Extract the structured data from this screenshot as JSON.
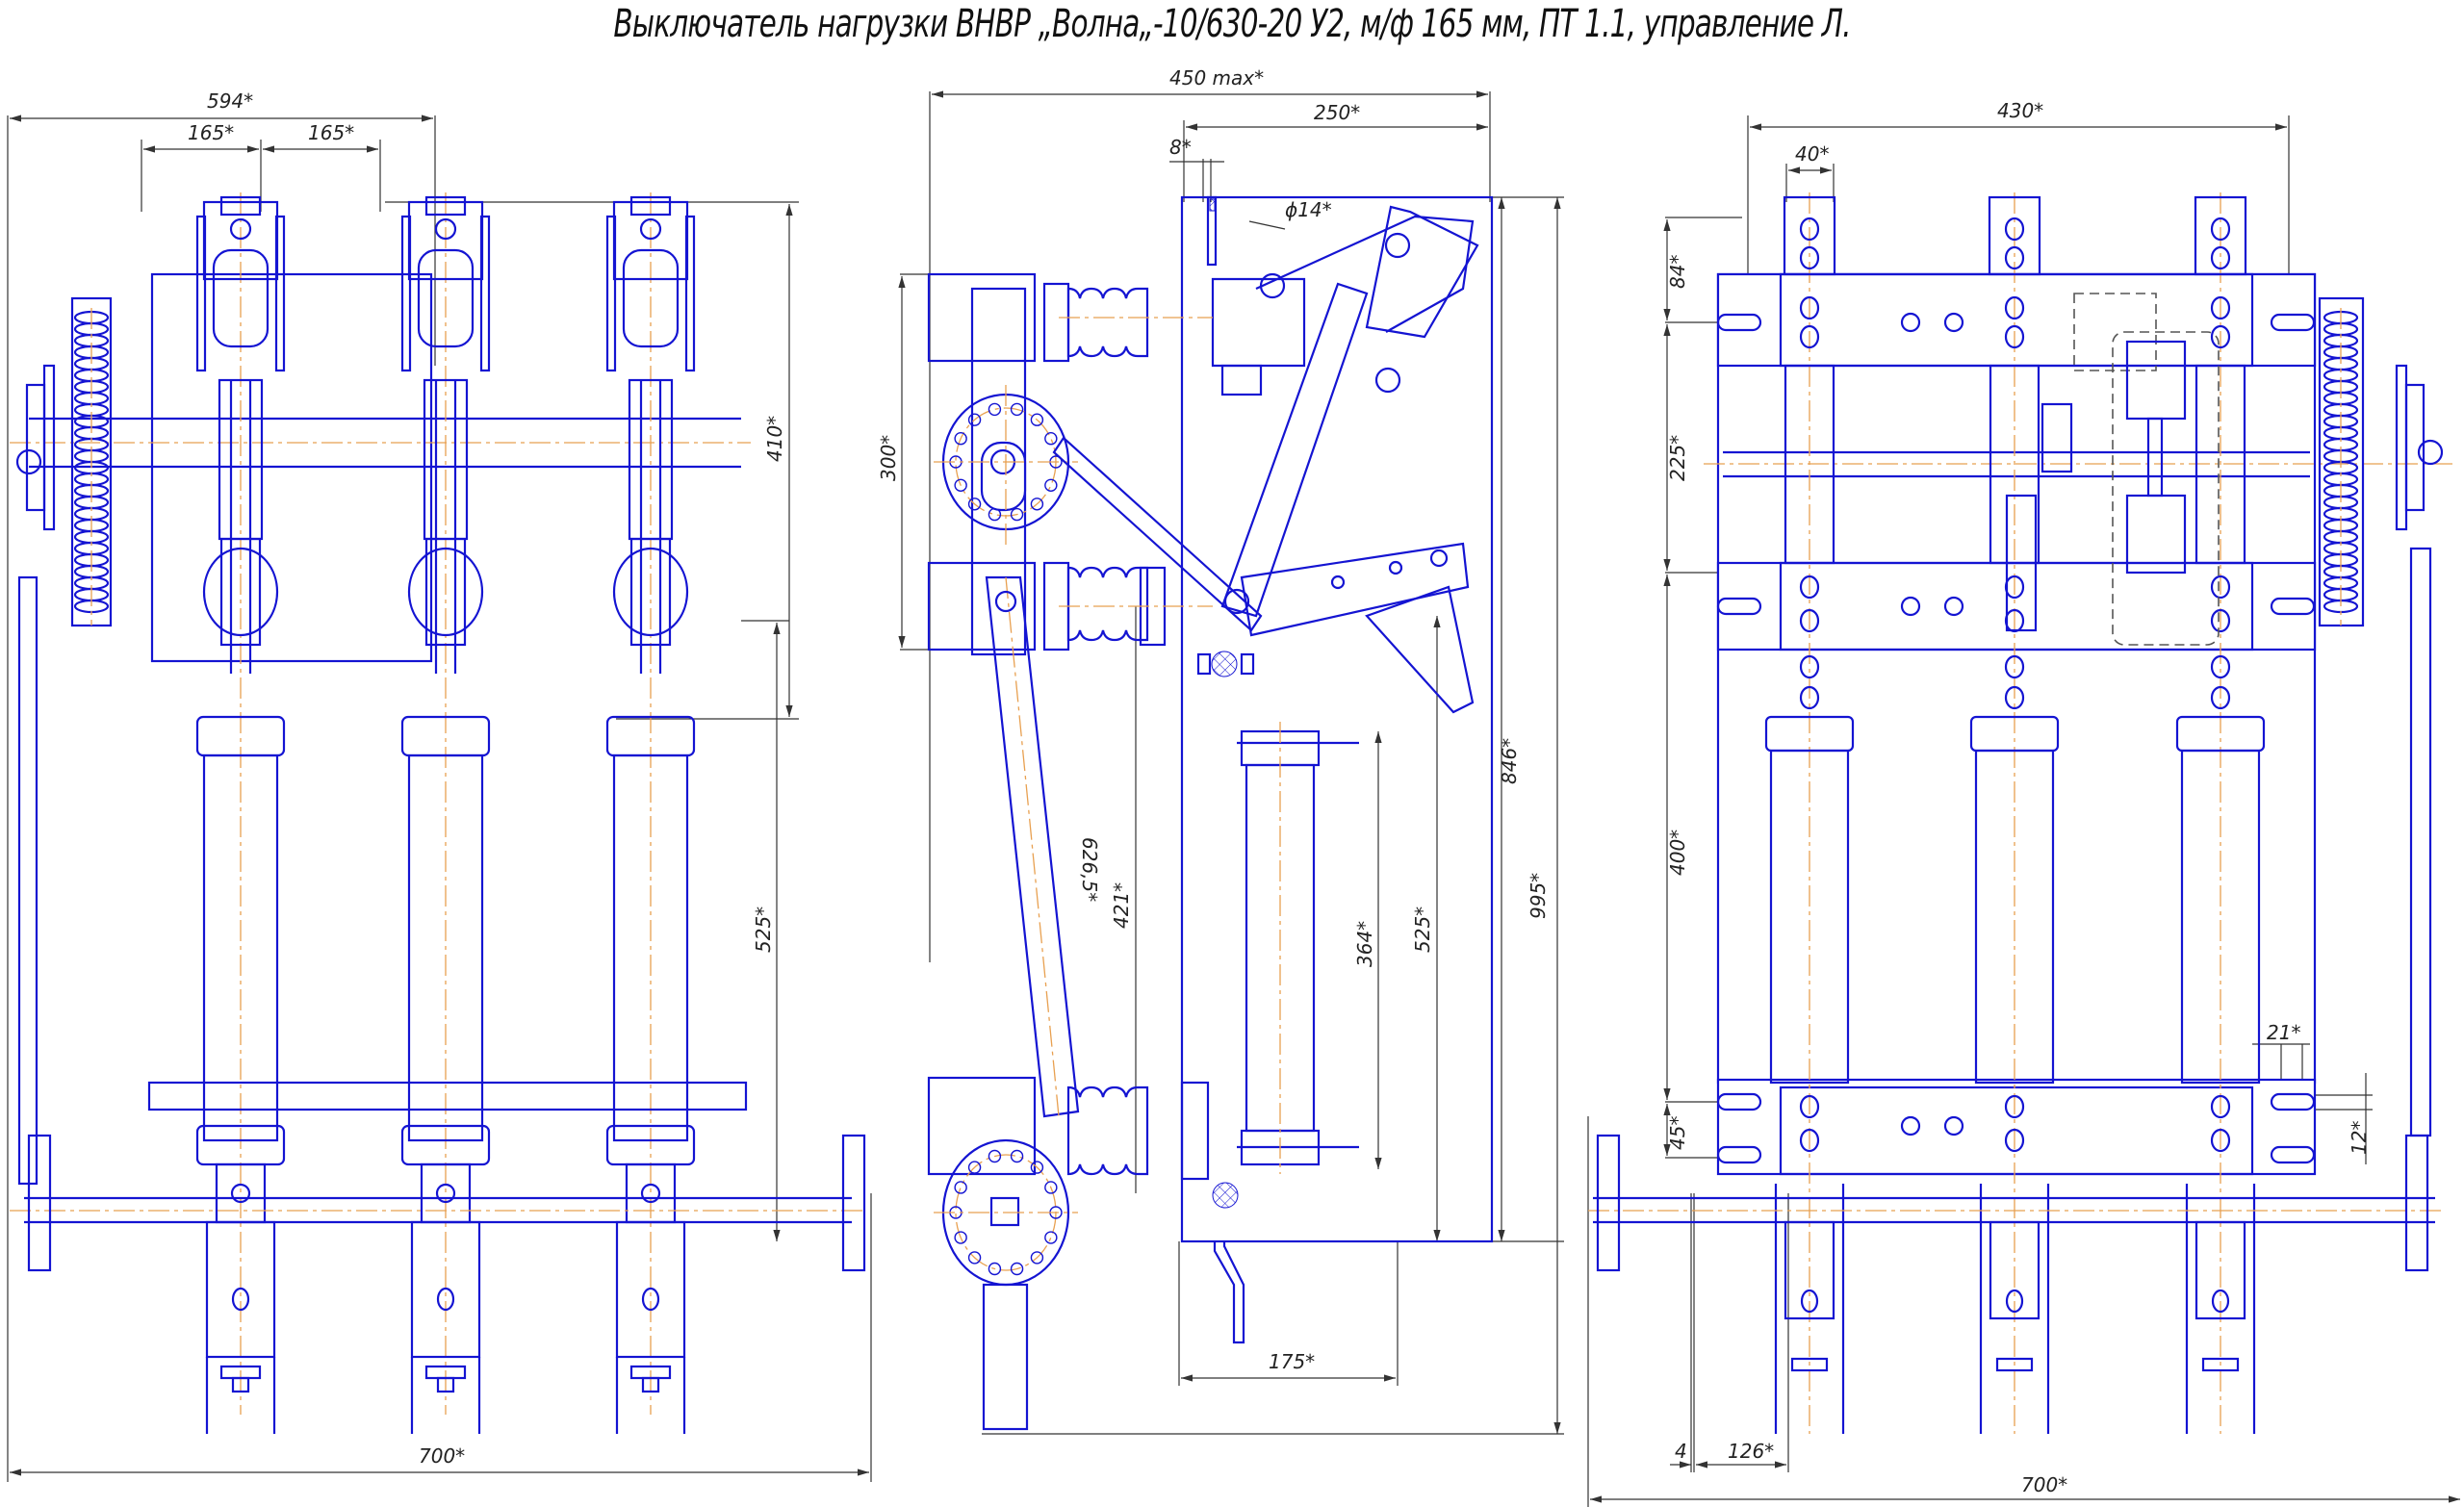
{
  "title": "Выключатель нагрузки ВНВР „Волна„-10/630-20 У2, м/ф 165 мм, ПТ 1.1, управление Л.",
  "colors": {
    "outline": "#1414d2",
    "centerline": "#e8a050",
    "dimension": "#333333",
    "background": "#ffffff"
  },
  "views": {
    "front": {
      "name": "Front view",
      "dimensions": {
        "overall_width_top": "594*",
        "pole_pitch_1": "165*",
        "pole_pitch_2": "165*",
        "height_upper": "410*",
        "height_lower": "525*",
        "overall_width_bottom": "700*"
      },
      "poles": 3
    },
    "side": {
      "name": "Side view",
      "dimensions": {
        "overall_depth": "450 max*",
        "frame_depth": "250*",
        "plate_thickness": "8*",
        "hole_diameter": "ϕ14*",
        "insulator_spacing": "300*",
        "rod_length": "626,5*",
        "rod_height": "421*",
        "fuse_length": "364*",
        "frame_height": "525*",
        "height_846": "846*",
        "overall_height": "995*",
        "base_width": "175*"
      }
    },
    "rear": {
      "name": "Rear view",
      "dimensions": {
        "mounting_span": "430*",
        "bracket_width": "40*",
        "top_slot_spacing": "84*",
        "upper_span": "225*",
        "middle_span": "400*",
        "lower_slot_spacing": "45*",
        "slot_offset": "21*",
        "slot_width": "12*",
        "edge_offset": "4",
        "bracket_span": "126*",
        "overall_width": "700*"
      },
      "poles": 3
    }
  }
}
